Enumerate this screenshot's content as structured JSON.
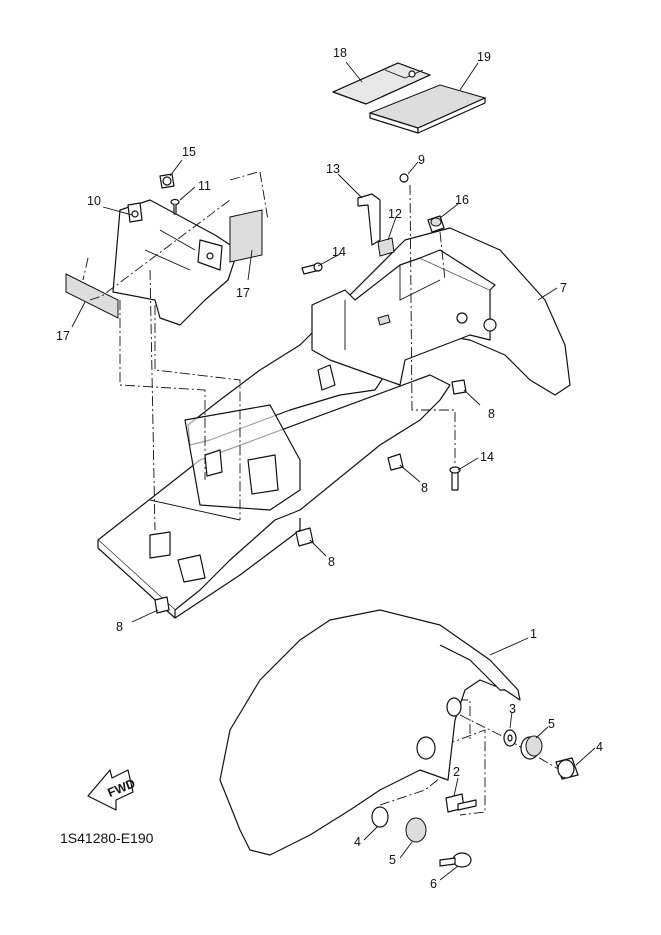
{
  "diagram": {
    "code": "1S41280-E190",
    "fwd_label": "FWD",
    "callouts": {
      "p18": "18",
      "p19": "19",
      "p15": "15",
      "p11": "11",
      "p10": "10",
      "p13": "13",
      "p9": "9",
      "p12": "12",
      "p16": "16",
      "p14a": "14",
      "p7": "7",
      "p17a": "17",
      "p17b": "17",
      "p8a": "8",
      "p8b": "8",
      "p14b": "14",
      "p8c": "8",
      "p8d": "8",
      "p1": "1",
      "p3": "3",
      "p5a": "5",
      "p4a": "4",
      "p2": "2",
      "p4b": "4",
      "p5b": "5",
      "p6": "6"
    }
  }
}
